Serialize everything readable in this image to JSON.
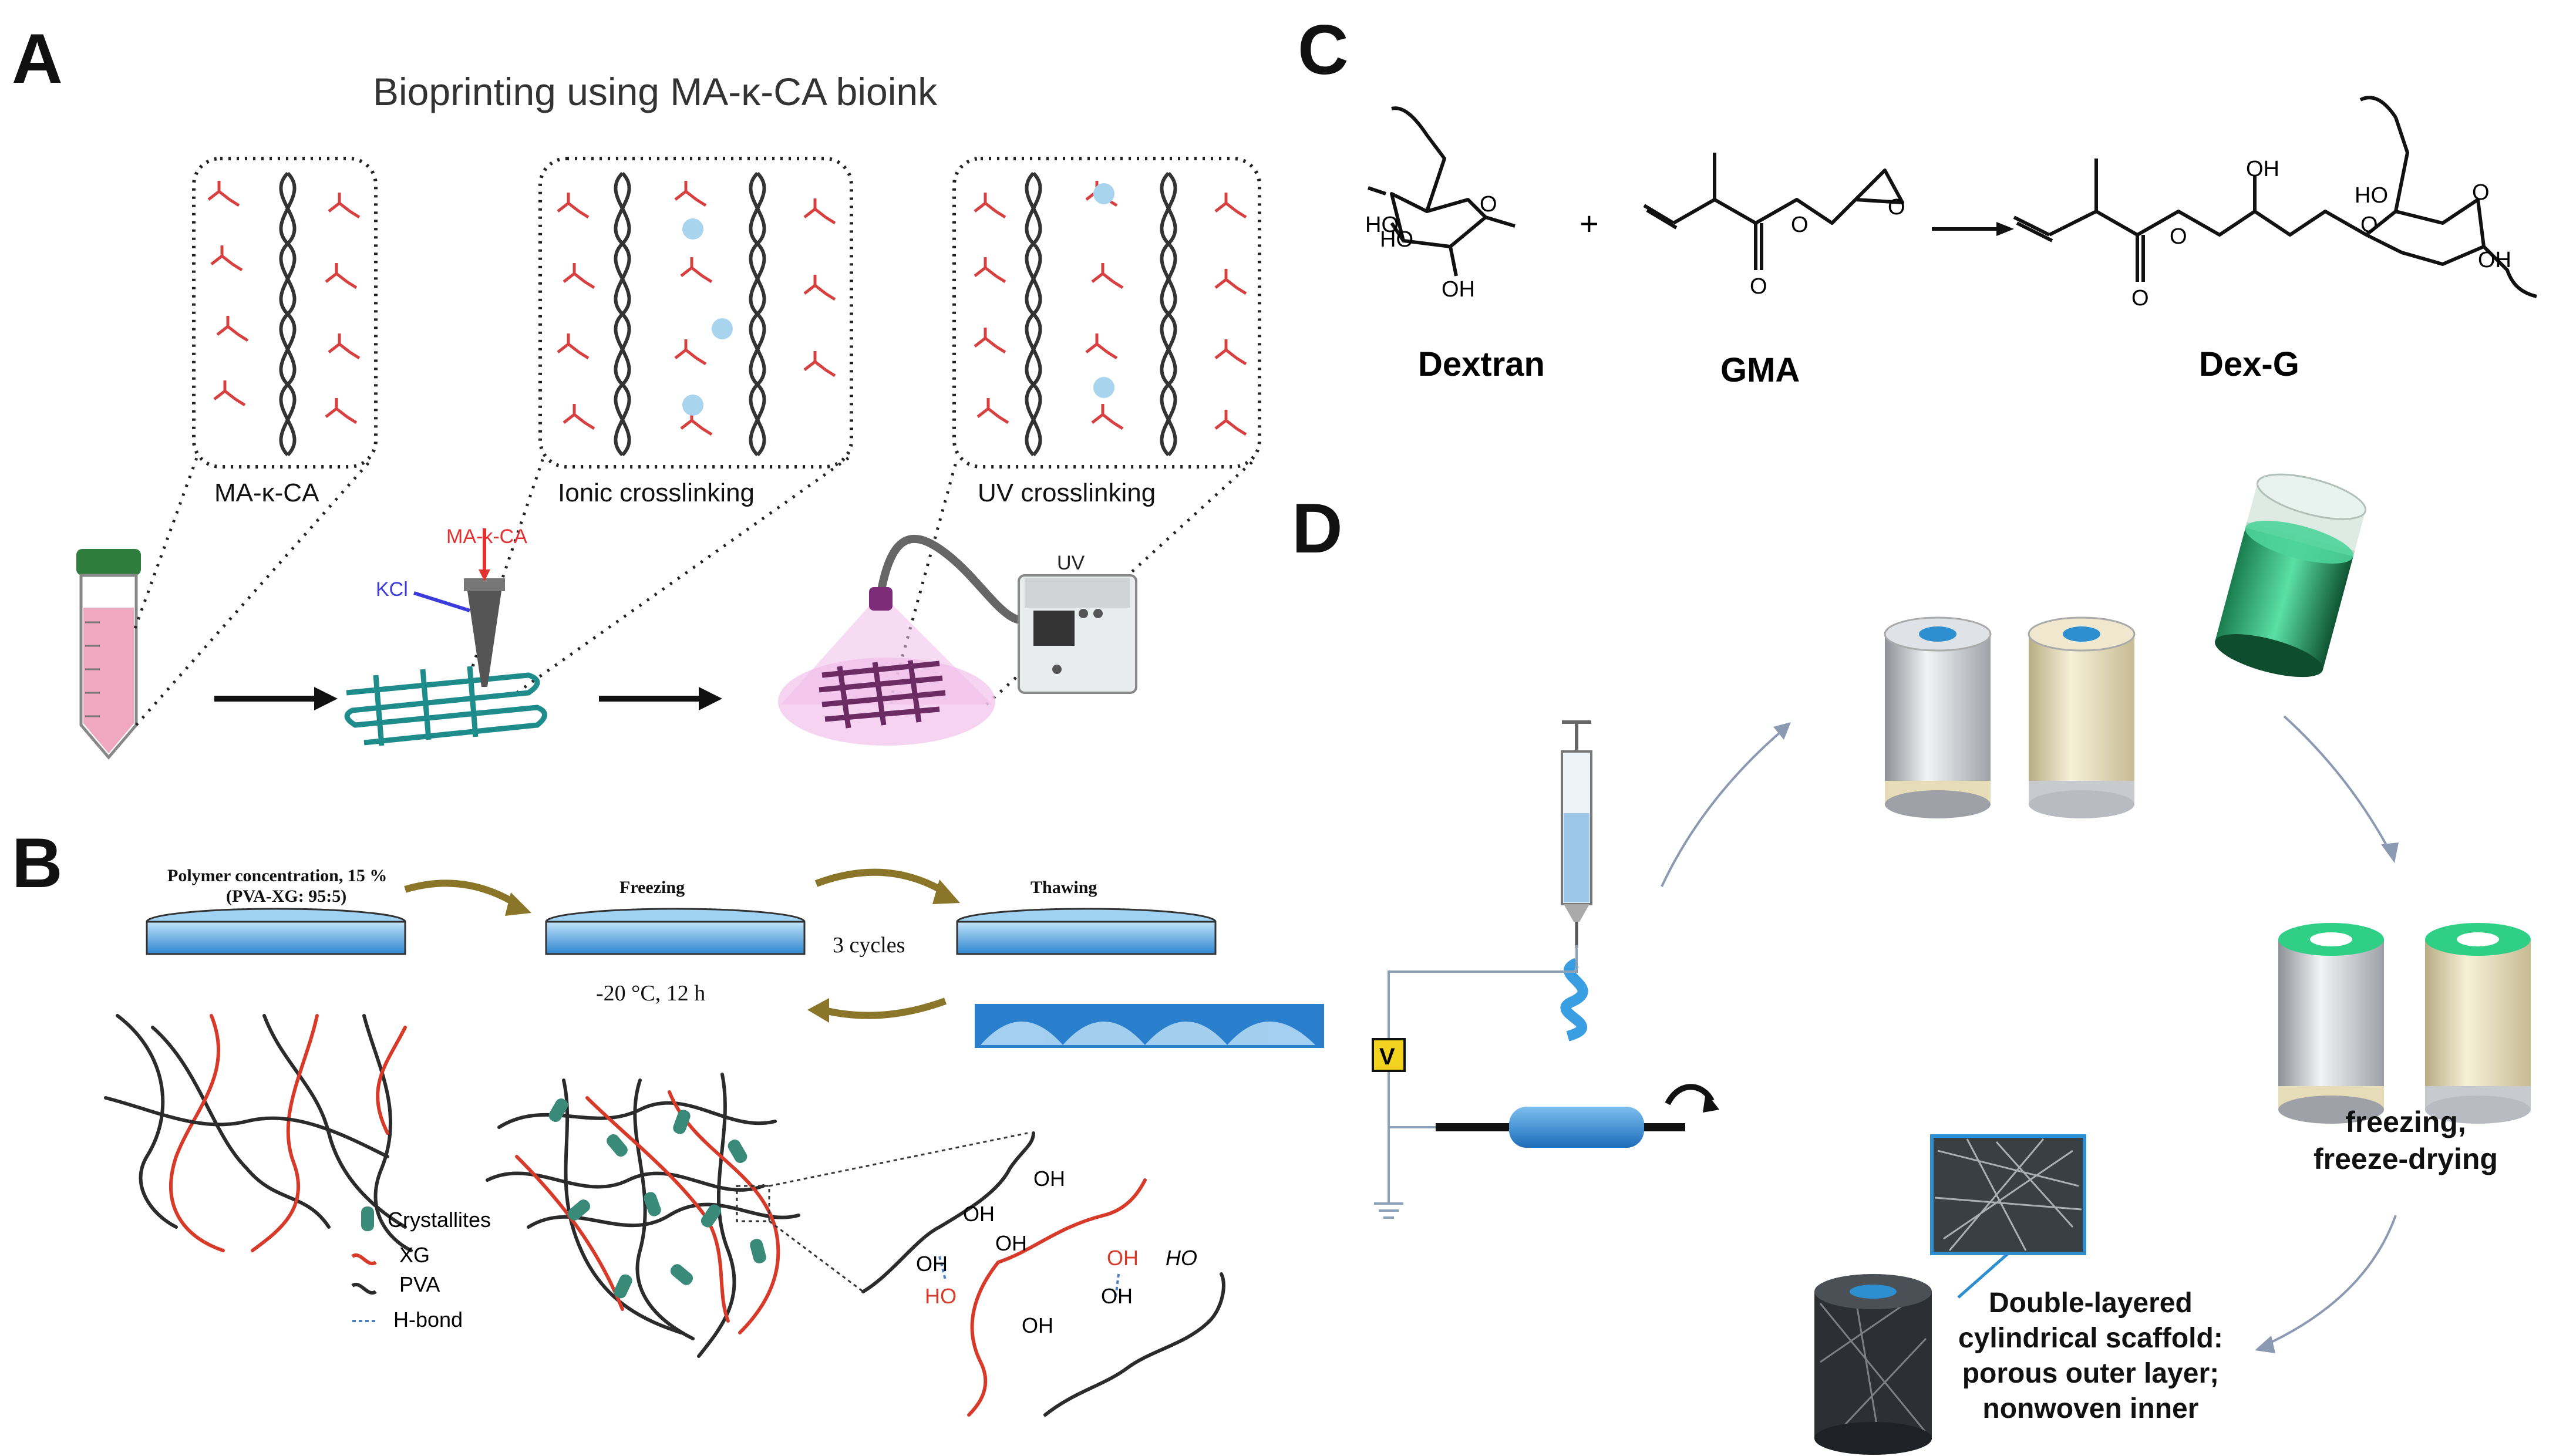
{
  "panels": {
    "A": {
      "letter": "A",
      "title": "Bioprinting using MA-κ-CA bioink",
      "insets": [
        "MA-κ-CA",
        "Ionic crosslinking",
        "UV crosslinking"
      ],
      "printer_labels": {
        "kcl": "KCl",
        "ink": "MA-κ-CA"
      },
      "uv_label": "UV"
    },
    "B": {
      "letter": "B",
      "stage1": "Polymer concentration, 15 %",
      "stage1_sub": "(PVA-XG: 95:5)",
      "stage2": "Freezing",
      "stage3": "Thawing",
      "cycles": "3 cycles",
      "condition": "-20 °C, 12 h",
      "legend": [
        "Crystallites",
        "XG",
        "PVA",
        "H-bond"
      ],
      "oh": [
        "OH",
        "OH",
        "OH",
        "OH",
        "OH",
        "OH",
        "HO",
        "HO",
        "OH"
      ],
      "colors": {
        "xg": "#d83a2a",
        "pva": "#2b2b2b",
        "crystallite": "#3a8a7a",
        "hbond": "#4a7fc0",
        "disk": "#4d9fd8"
      }
    },
    "C": {
      "letter": "C",
      "reactants": [
        "Dextran",
        "GMA",
        "Dex-G"
      ],
      "atoms": {
        "ho1": "HO",
        "ho2": "HO",
        "oh1": "OH",
        "o_ring": "O",
        "o_ester1": "O",
        "o_carb1": "O",
        "o_epox": "O",
        "o_ester2": "O",
        "o_carb2": "O",
        "oh2": "OH",
        "ho3": "HO",
        "oh3": "OH",
        "o_ring2": "O",
        "o_link": "O"
      },
      "plus": "+"
    },
    "D": {
      "letter": "D",
      "voltage": "V",
      "step": "freezing,\nfreeze-drying",
      "result_lines": [
        "Double-layered",
        "cylindrical scaffold:",
        "porous outer layer;",
        "nonwoven inner"
      ],
      "colors": {
        "syringe": "#4d9fd8",
        "collector": "#2f86d0",
        "green": "#34c68a",
        "silver": "#b8bcc2",
        "beige": "#dfd6b4"
      }
    }
  }
}
